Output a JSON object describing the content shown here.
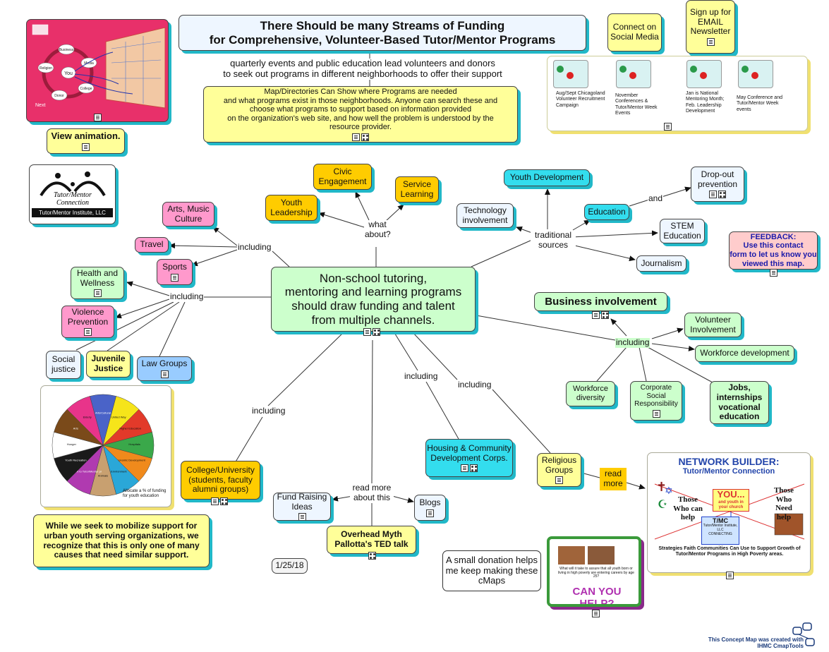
{
  "title": {
    "line1": "There Should be many Streams of Funding",
    "line2": "for Comprehensive,  Volunteer-Based Tutor/Mentor Programs"
  },
  "intro": {
    "line1": "quarterly events and public education lead volunteers and donors",
    "line2": "to seek out programs in different neighborhoods to offer their support"
  },
  "map_directories": {
    "l1": "Map/Directories Can Show where Programs are needed",
    "l2": "and what programs exist in those neighborhoods. Anyone can search these and",
    "l3": "choose what programs to support based on information provided",
    "l4": "on the organization's web site, and how well the problem is understood by the",
    "l5": "resource provider."
  },
  "animation_panel": {
    "labels": [
      "Media",
      "Business",
      "Religion",
      "Donor",
      "College",
      "You"
    ],
    "next": "Next"
  },
  "view_animation": "View animation.",
  "connect_social": "Connect on Social Media",
  "signup": "Sign up for EMAIL Newsletter",
  "calendar": {
    "steps": [
      "Aug/Sept Chicagoland Volunteer Recruitment Campaign",
      "November Conferences & Tutor/Mentor Week Events",
      "Jan is National Mentoring Month; Feb. Leadership Development",
      "May Conference and Tutor/Mentor Week events"
    ]
  },
  "logo": {
    "name_line1": "Tutor/Mentor",
    "name_line2": "Connection",
    "footer": "Tutor/Mentor Institute, LLC"
  },
  "center": {
    "l1": "Non-school tutoring,",
    "l2": "mentoring and learning programs",
    "l3": "should draw funding and talent",
    "l4": "from multiple channels."
  },
  "what_about": {
    "label": "what about?",
    "civic": "Civic Engagement",
    "service": "Service Learning",
    "youth_lead": "Youth Leadership"
  },
  "including_top": {
    "label": "including",
    "arts": "Arts, Music Culture",
    "travel": "Travel",
    "sports": "Sports"
  },
  "including_left": {
    "label": "including",
    "health": "Health and Wellness",
    "violence": "Violence Prevention",
    "social": "Social justice",
    "juvenile": "Juvenile Justice",
    "law": "Law Groups"
  },
  "traditional": {
    "label": "traditional sources",
    "youth_dev": "Youth Development",
    "tech": "Technology involvement",
    "education": "Education",
    "and": "and",
    "dropout": "Drop-out prevention",
    "stem": "STEM Education",
    "journalism": "Journalism"
  },
  "feedback": {
    "l1": "FEEDBACK:",
    "l2": "Use this contact",
    "l3": "form to let us know you",
    "l4": "viewed this map."
  },
  "business": {
    "title": "Business involvement",
    "including": "including",
    "volunteer": "Volunteer Involvement",
    "workforce_dev": "Workforce development",
    "workforce_div": "Workforce diversity",
    "csr": "Corporate Social Responsibility",
    "jobs": "Jobs, internships vocational education"
  },
  "including_housing": "including",
  "housing": "Housing & Community Development Corps.",
  "including_religious": "including",
  "religious": "Religious Groups",
  "read_more_badge": "read more",
  "network_builder": {
    "title": "NETWORK BUILDER:",
    "subtitle": "Tutor/Mentor Connection",
    "those_can": "Those Who can help",
    "you": "YOU...",
    "you_sub": "and youth in your church",
    "those_need": "Those Who Need help",
    "tmc": "T/MC",
    "tmc_sub": "Tutor/Mentor Institute, LLC",
    "connecting": "CONNECTING",
    "strategies": "Strategies Faith Communities Can Use to Support Growth of Tutor/Mentor Programs in High Poverty areas."
  },
  "pie": {
    "segments": [
      {
        "label": "Arts/Cultural",
        "color": "#4a63c8"
      },
      {
        "label": "United Way",
        "color": "#f6e41a"
      },
      {
        "label": "Higher Education",
        "color": "#e23a2a"
      },
      {
        "label": "Hospitals",
        "color": "#3aa84a"
      },
      {
        "label": "Economic Development",
        "color": "#f08a1c"
      },
      {
        "label": "Environment",
        "color": "#2aa7d8"
      },
      {
        "label": "Animals",
        "color": "#c8a070"
      },
      {
        "label": "10% to Tutor/Mentor programs - Youth Education",
        "color": "#b03ab0"
      },
      {
        "label": "Youth Recreation",
        "color": "#1a1a1a"
      },
      {
        "label": "Hunger",
        "color": "#ffffff"
      },
      {
        "label": "Arts",
        "color": "#7a4a1a"
      },
      {
        "label": "Elderly",
        "color": "#e8348a"
      }
    ],
    "caption": "Allocate a % of funding for youth education"
  },
  "mobilize": "While we seek to mobilize support for urban youth serving organizations, we recognize that this is only one of many causes that need similar support.",
  "college": "College/University (students, faculty alumni groups)",
  "including_college": "including",
  "read_more": "read more about this",
  "fund_raising": "Fund Raising Ideas",
  "blogs": "Blogs",
  "overhead": "Overhead Myth Pallotta's TED talk",
  "date": "1/25/18",
  "donation": "A small donation helps me keep making these cMaps",
  "can_you_help": "CAN YOU HELP?",
  "flyer_text": "What will it take to assure that all youth born or living in high poverty are entering careers by age 25?",
  "footer": {
    "l1": "This Concept Map was created with",
    "l2": "IHMC CmapTools"
  }
}
